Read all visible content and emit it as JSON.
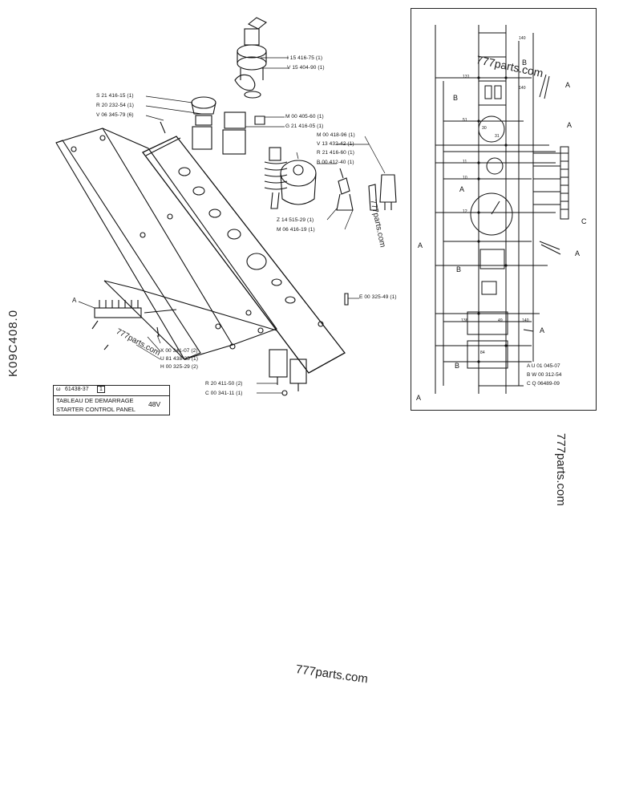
{
  "title_block": {
    "ref_prefix": "ω",
    "ref_number": "61438-37",
    "sheet": "1",
    "title_fr": "TABLEAU DE DEMARRAGE",
    "title_en": "STARTER CONTROL PANEL",
    "voltage": "48V"
  },
  "doc_code": "K09C408.0",
  "watermarks": [
    "777parts.com",
    "777parts.com",
    "777parts.com",
    "777parts.com",
    "777parts.com"
  ],
  "exploded_labels": [
    "I 15 416-75 (1)",
    "V 15 404-90 (1)",
    "S 21 416-15 (1)",
    "R 20 232-54 (1)",
    "V 06 345-79 (6)",
    "M 00 405-60 (1)",
    "G 21 416-05 (1)",
    "M 00 418-96 (1)",
    "V 13 432-42 (1)",
    "R 21 416-60 (1)",
    "B 00 412-40 (1)",
    "Z 14 515-29 (1)",
    "M 06 416-19 (1)",
    "E 00 325-49 (1)",
    "X 00 341-07 (2)",
    "U 81 438-35 (1)",
    "H 00 325-29 (2)",
    "R 20 411-50 (2)",
    "C 00 341-11 (1)"
  ],
  "callout_A": "A",
  "schematic": {
    "letters": [
      "A",
      "B",
      "A",
      "B",
      "A",
      "A",
      "C",
      "A",
      "B",
      "B",
      "A",
      "A"
    ],
    "legend": [
      {
        "key": "A",
        "code": "U 01 045-07"
      },
      {
        "key": "B",
        "code": "W 00 312-54"
      },
      {
        "key": "C",
        "code": "Q 06489-09"
      }
    ],
    "terminal_numbers": [
      "140",
      "131",
      "51",
      "30",
      "31",
      "11",
      "10",
      "12",
      "136",
      "140",
      "140",
      "49",
      "84"
    ]
  }
}
